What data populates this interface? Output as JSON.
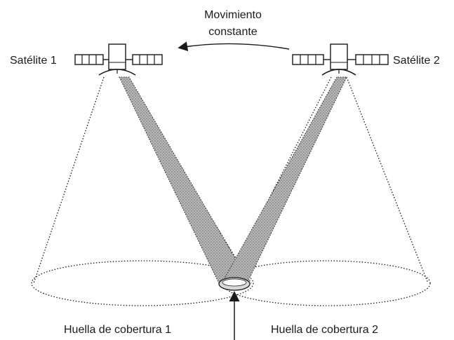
{
  "diagram": {
    "satellite_1_label": "Satélite 1",
    "satellite_2_label": "Satélite 2",
    "motion_label_line1": "Movimiento",
    "motion_label_line2": "constante",
    "footprint_1_label": "Huella de cobertura 1",
    "footprint_2_label": "Huella de cobertura 2"
  },
  "colors": {
    "ink": "#1a1a1a",
    "beam_fill": "#9a9a9a",
    "background": "#ffffff"
  },
  "icons": {
    "satellite": "satellite-icon",
    "motion_arrow": "curved-arrow-left-icon",
    "target_arrow": "arrow-up-icon"
  }
}
